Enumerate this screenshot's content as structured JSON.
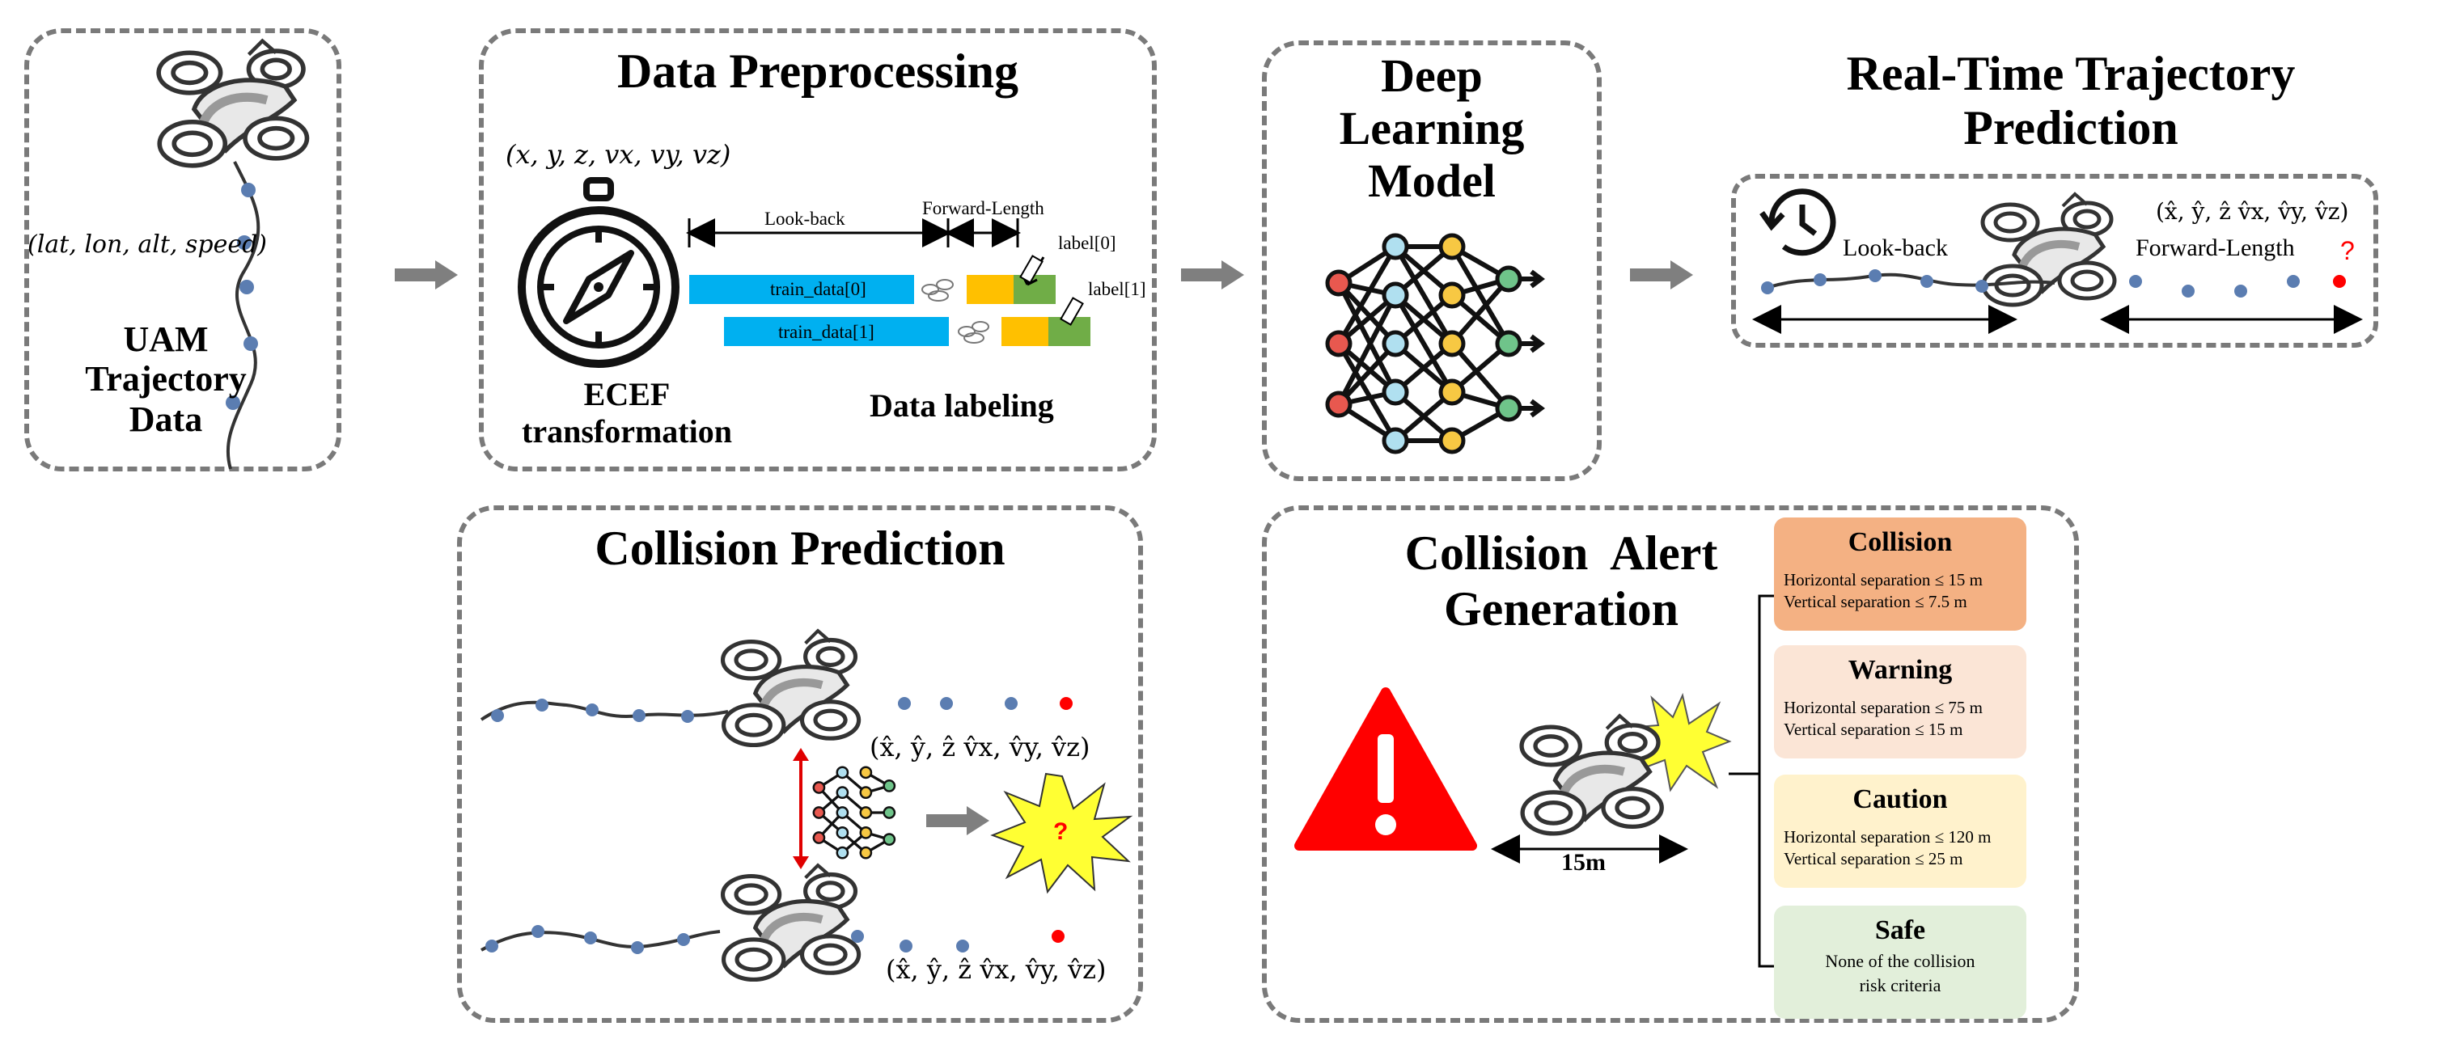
{
  "panel1": {
    "coords": "(lat, lon, alt, speed)",
    "title_line1": "UAM",
    "title_line2": "Trajectory",
    "title_line3": "Data"
  },
  "panel2": {
    "title": "Data Preprocessing",
    "coords": "(x, y, z, vx, vy, vz)",
    "look_back": "Look-back",
    "forward_length": "Forward-Length",
    "label0": "label[0]",
    "label1": "label[1]",
    "train0": "train_data[0]",
    "train1": "train_data[1]",
    "ecef_line1": "ECEF",
    "ecef_line2": "transformation",
    "data_labeling": "Data labeling"
  },
  "panel3": {
    "title_line1": "Deep",
    "title_line2": "Learning",
    "title_line3": "Model"
  },
  "panel4": {
    "title_line1": "Real-Time Trajectory",
    "title_line2": "Prediction",
    "look_back": "Look-back",
    "forward_length": "Forward-Length",
    "pred_coords": "(x̂, ŷ, ẑ v̂x, v̂y, v̂z)",
    "question": "?"
  },
  "panel5": {
    "title": "Collision Prediction",
    "pred_coords_top": "(x̂, ŷ, ẑ v̂x, v̂y, v̂z)",
    "pred_coords_bottom": "(x̂, ŷ, ẑ v̂x, v̂y, v̂z)",
    "question": "?"
  },
  "panel6": {
    "title_line1": "Collision  Alert",
    "title_line2": "Generation",
    "distance": "15m",
    "levels": [
      {
        "name": "Collision",
        "line1": "Horizontal separation ≤ 15 m",
        "line2": "Vertical separation ≤ 7.5 m",
        "color": "#f4b183"
      },
      {
        "name": "Warning",
        "line1": "Horizontal separation ≤ 75 m",
        "line2": "Vertical separation ≤ 15 m",
        "color": "#fbe5d6"
      },
      {
        "name": "Caution",
        "line1": "Horizontal separation ≤ 120 m",
        "line2": "Vertical separation ≤ 25 m",
        "color": "#fff2cc"
      },
      {
        "name": "Safe",
        "line1": "None of the collision",
        "line2": "risk criteria",
        "color": "#e2efda"
      }
    ]
  },
  "colors": {
    "border": "#7a7a7a",
    "arrow": "#7f7f7f",
    "trajectory_point": "#5b7db1",
    "prediction_point": "#ff0000",
    "train_bar": "#00b0f0",
    "label_yellow": "#ffc000",
    "label_green": "#70ad47",
    "alert_red": "#ff0000",
    "burst_yellow": "#ffff33"
  }
}
